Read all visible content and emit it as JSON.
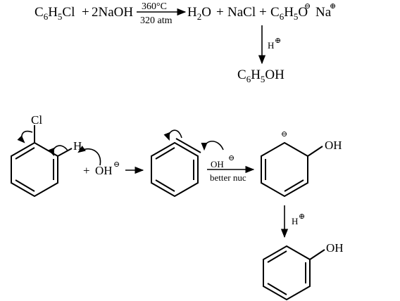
{
  "equation": {
    "reactant_1": [
      "C",
      "6",
      "H",
      "5",
      "Cl"
    ],
    "plus_1": "+",
    "reactant_2": "2NaOH",
    "condition_top": "360°C",
    "condition_bottom": "320 atm",
    "product_1": [
      "H",
      "2",
      "O"
    ],
    "plus_2": "+",
    "product_2": "NaCl",
    "plus_3": "+",
    "product_3": [
      "C",
      "6",
      "H",
      "5",
      "O"
    ],
    "product_3_charge": "⊖",
    "product_3_counterion": "Na",
    "product_3_counterion_charge": "⊕",
    "acid_reagent": "H",
    "acid_charge": "⊕",
    "final_product": [
      "C",
      "6",
      "H",
      "5",
      "OH"
    ]
  },
  "mechanism": {
    "chloro_label": "Cl",
    "ortho_h_label": "H",
    "plus": "+",
    "hydroxide": "OH",
    "hydroxide_charge": "⊖",
    "attacking_hydroxide": "OH",
    "attacking_hydroxide_charge": "⊖",
    "arrow_label": "better nuc",
    "carbanion_charge": "⊖",
    "adduct_oh": "OH",
    "acid_reagent": "H",
    "acid_charge": "⊕",
    "phenol_oh": "OH"
  }
}
